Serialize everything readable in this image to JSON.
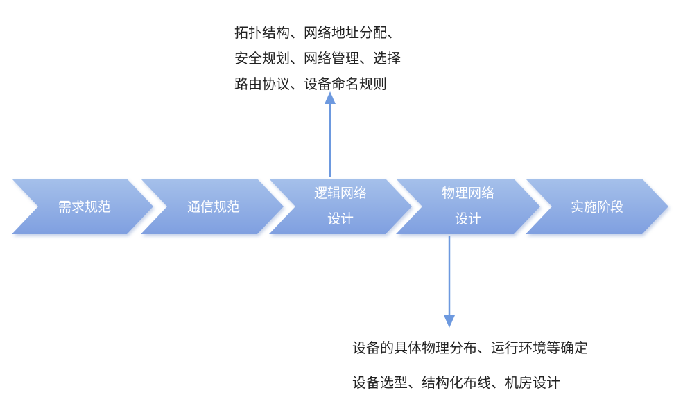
{
  "stages": [
    {
      "lines": [
        "需求规范"
      ]
    },
    {
      "lines": [
        "通信规范"
      ]
    },
    {
      "lines": [
        "逻辑网络",
        "设计"
      ]
    },
    {
      "lines": [
        "物理网络",
        "设计"
      ]
    },
    {
      "lines": [
        "实施阶段"
      ]
    }
  ],
  "notes": {
    "logical": [
      "拓扑结构、网络地址分配、",
      "安全规划、网络管理、选择",
      "路由协议、设备命名规则"
    ],
    "physical": [
      "设备的具体物理分布、运行环境等确定",
      "设备选型、结构化布线、机房设计"
    ]
  },
  "colors": {
    "chevron_light": "#a5c0ea",
    "chevron_dark": "#7f9fe0",
    "arrow": "#6d99df",
    "label": "#ffffff",
    "note_text": "#222222"
  }
}
